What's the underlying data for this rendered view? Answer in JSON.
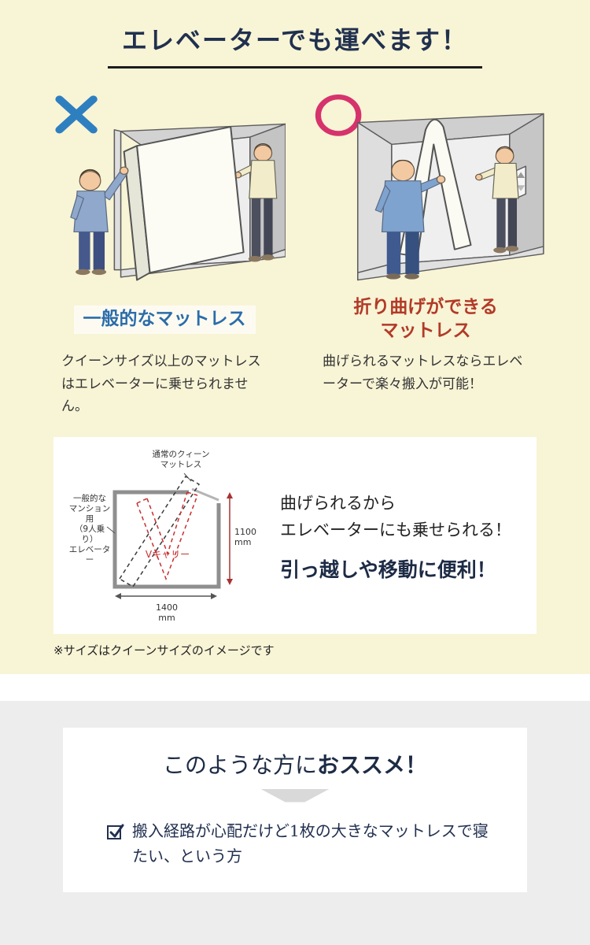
{
  "hero": {
    "title": "エレベーターでも運べます！",
    "bad": {
      "caption": "一般的なマットレス",
      "description": "クイーンサイズ以上のマットレスはエレベーターに乗せられません。"
    },
    "good": {
      "caption": "折り曲げができる\nマットレス",
      "description": "曲げられるマットレスならエレベーターで楽々搬入が可能！"
    },
    "note": "※サイズはクイーンサイズのイメージです"
  },
  "diagram": {
    "label_mattress": "通常のクィーン\nマットレス",
    "label_elevator": "一般的な\nマンション用\n（9人乗り）\nエレベーター",
    "label_vcarry": "Vキャリー",
    "dim_height": "1100\nmm",
    "dim_width": "1400\nmm",
    "line1": "曲げられるから",
    "line2": "エレベーターにも乗せられる！",
    "line3": "引っ越しや移動に便利！"
  },
  "recommend": {
    "title_normal": "このような方に",
    "title_bold": "おススメ！",
    "items": [
      "搬入経路が心配だけど1枚の大きなマットレスで寝たい、という方"
    ]
  },
  "colors": {
    "background_yellow": "#f8f4d6",
    "title_navy": "#20304e",
    "cross_blue": "#2e7fc0",
    "circle_pink": "#d6336c",
    "caption_blue": "#2b6cab",
    "caption_red": "#b23a28",
    "vcarry_red": "#c92f2f",
    "bottom_gray": "#ededed",
    "checklist_navy": "#223050"
  }
}
